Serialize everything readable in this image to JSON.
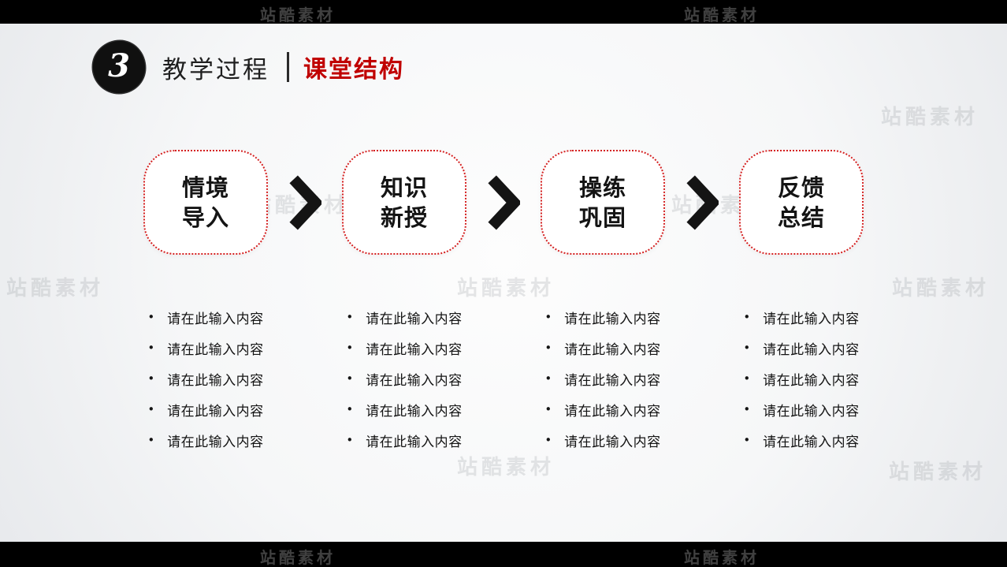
{
  "watermark": {
    "text": "站酷素材"
  },
  "header": {
    "badge_number": "3",
    "title": "教学过程",
    "subtitle": "课堂结构"
  },
  "colors": {
    "accent_red": "#c00000",
    "box_border_red": "#d42020",
    "bar_black": "#000000"
  },
  "flow": {
    "steps": [
      {
        "line1": "情境",
        "line2": "导入"
      },
      {
        "line1": "知识",
        "line2": "新授"
      },
      {
        "line1": "操练",
        "line2": "巩固"
      },
      {
        "line1": "反馈",
        "line2": "总结"
      }
    ]
  },
  "bullets": {
    "marker": "•",
    "columns": [
      {
        "items": [
          "请在此输入内容",
          "请在此输入内容",
          "请在此输入内容",
          "请在此输入内容",
          "请在此输入内容"
        ]
      },
      {
        "items": [
          "请在此输入内容",
          "请在此输入内容",
          "请在此输入内容",
          "请在此输入内容",
          "请在此输入内容"
        ]
      },
      {
        "items": [
          "请在此输入内容",
          "请在此输入内容",
          "请在此输入内容",
          "请在此输入内容",
          "请在此输入内容"
        ]
      },
      {
        "items": [
          "请在此输入内容",
          "请在此输入内容",
          "请在此输入内容",
          "请在此输入内容",
          "请在此输入内容"
        ]
      }
    ]
  }
}
